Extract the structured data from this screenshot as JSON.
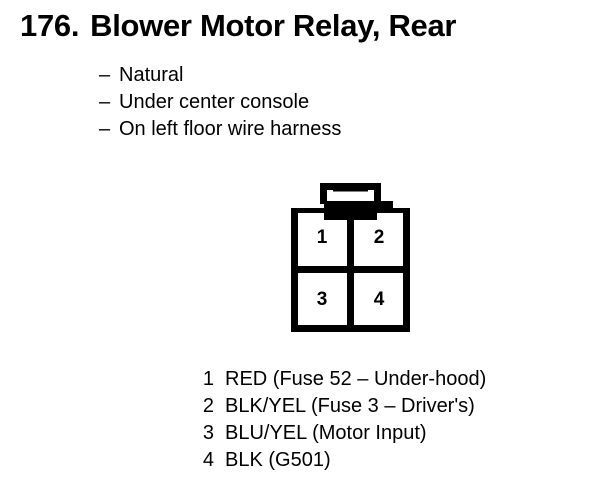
{
  "page": {
    "background_color": "#ffffff",
    "ink_color": "#000000"
  },
  "header": {
    "item_number": "176.",
    "title": "Blower Motor Relay, Rear"
  },
  "attributes": {
    "dash": "–",
    "items": [
      "Natural",
      "Under center console",
      "On left floor wire harness"
    ]
  },
  "connector": {
    "name": "4-pin relay connector",
    "pin_count": 4,
    "pin_labels": [
      "1",
      "2",
      "3",
      "4"
    ],
    "layout": "2x2",
    "has_locking_tab": true
  },
  "pin_legend": {
    "rows": [
      {
        "index": "1",
        "description": "RED (Fuse 52 – Under-hood)"
      },
      {
        "index": "2",
        "description": "BLK/YEL (Fuse 3 – Driver's)"
      },
      {
        "index": "3",
        "description": "BLU/YEL (Motor Input)"
      },
      {
        "index": "4",
        "description": "BLK (G501)"
      }
    ]
  }
}
